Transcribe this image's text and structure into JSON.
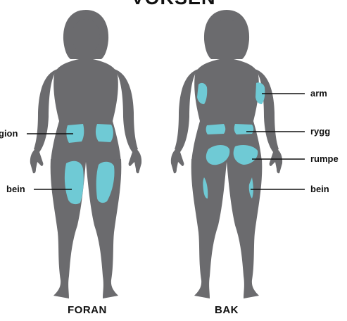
{
  "title": "VOKSEN",
  "views": {
    "front_label": "FORAN",
    "back_label": "BAK"
  },
  "callouts": {
    "front": {
      "region": "gion",
      "leg": "bein"
    },
    "back": {
      "arm": "arm",
      "back": "rygg",
      "buttocks": "rumpe",
      "leg": "bein"
    }
  },
  "colors": {
    "body": "#6b6b6e",
    "injection_zone": "#6fcad5",
    "text": "#111111"
  }
}
